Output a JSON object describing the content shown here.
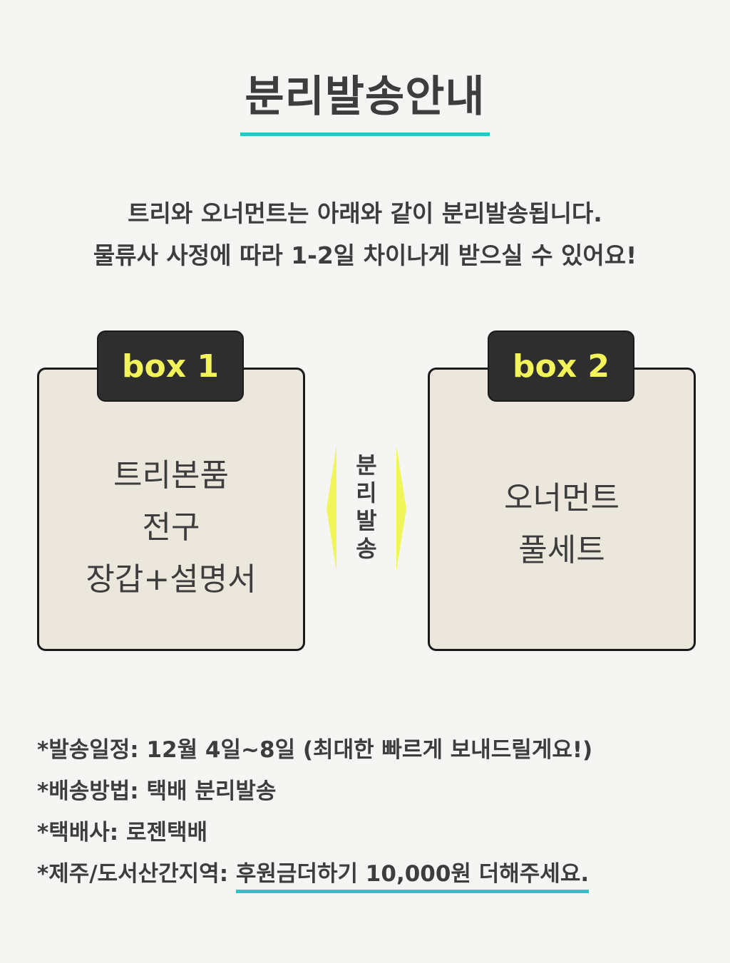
{
  "title": "분리발송안내",
  "intro": {
    "line1": "트리와 오너먼트는 아래와 같이 분리발송됩니다.",
    "line2": "물류사 사정에 따라 1-2일 차이나게 받으실 수 있어요!"
  },
  "box1": {
    "label": "box 1",
    "lines": [
      "트리본품",
      "전구",
      "장갑+설명서"
    ]
  },
  "box2": {
    "label": "box 2",
    "lines": [
      "오너먼트",
      "풀세트"
    ]
  },
  "divider": {
    "chars": [
      "분",
      "리",
      "발",
      "송"
    ]
  },
  "notes": {
    "schedule": "*발송일정: 12월 4일~8일 (최대한 빠르게 보내드릴게요!)",
    "method": "*배송방법: 택배 분리발송",
    "courier": "*택배사: 로젠택배",
    "jeju_label": "*제주/도서산간지역: ",
    "jeju_value": "후원금더하기 10,000원 더해주세요."
  },
  "colors": {
    "accent_underline": "#2ec4c8",
    "tab_bg": "#2e2e2e",
    "tab_text": "#f3f35a",
    "box_bg": "#ebe7dc",
    "arrow": "#f0f55a",
    "page_bg": "#f5f5f4"
  }
}
